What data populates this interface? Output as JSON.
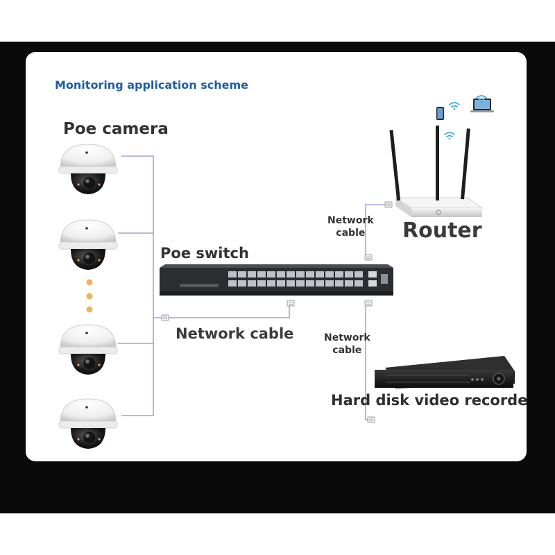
{
  "diagram": {
    "title": "Monitoring application scheme",
    "labels": {
      "camera": "Poe camera",
      "switch": "Poe switch",
      "router": "Router",
      "cable_main": "Network cable",
      "cable_top": [
        "Network",
        "cable"
      ],
      "cable_bottom": [
        "Network",
        "cable"
      ],
      "recorder": "Hard disk video recorder"
    },
    "colors": {
      "title": "#1d5ea8",
      "wire": "#8f8fd8",
      "switch_body": "#2b2d30",
      "dot": "#f1b25c"
    },
    "nodes": [
      {
        "id": "camera-1",
        "type": "dome-camera-icon"
      },
      {
        "id": "camera-2",
        "type": "dome-camera-icon"
      },
      {
        "id": "camera-3",
        "type": "dome-camera-icon"
      },
      {
        "id": "camera-4",
        "type": "dome-camera-icon"
      },
      {
        "id": "poe-switch",
        "type": "network-switch-icon"
      },
      {
        "id": "router",
        "type": "wifi-router-icon"
      },
      {
        "id": "devices",
        "type": "tablet-laptop-wifi-icon"
      },
      {
        "id": "recorder",
        "type": "dvr-box-icon"
      }
    ]
  }
}
